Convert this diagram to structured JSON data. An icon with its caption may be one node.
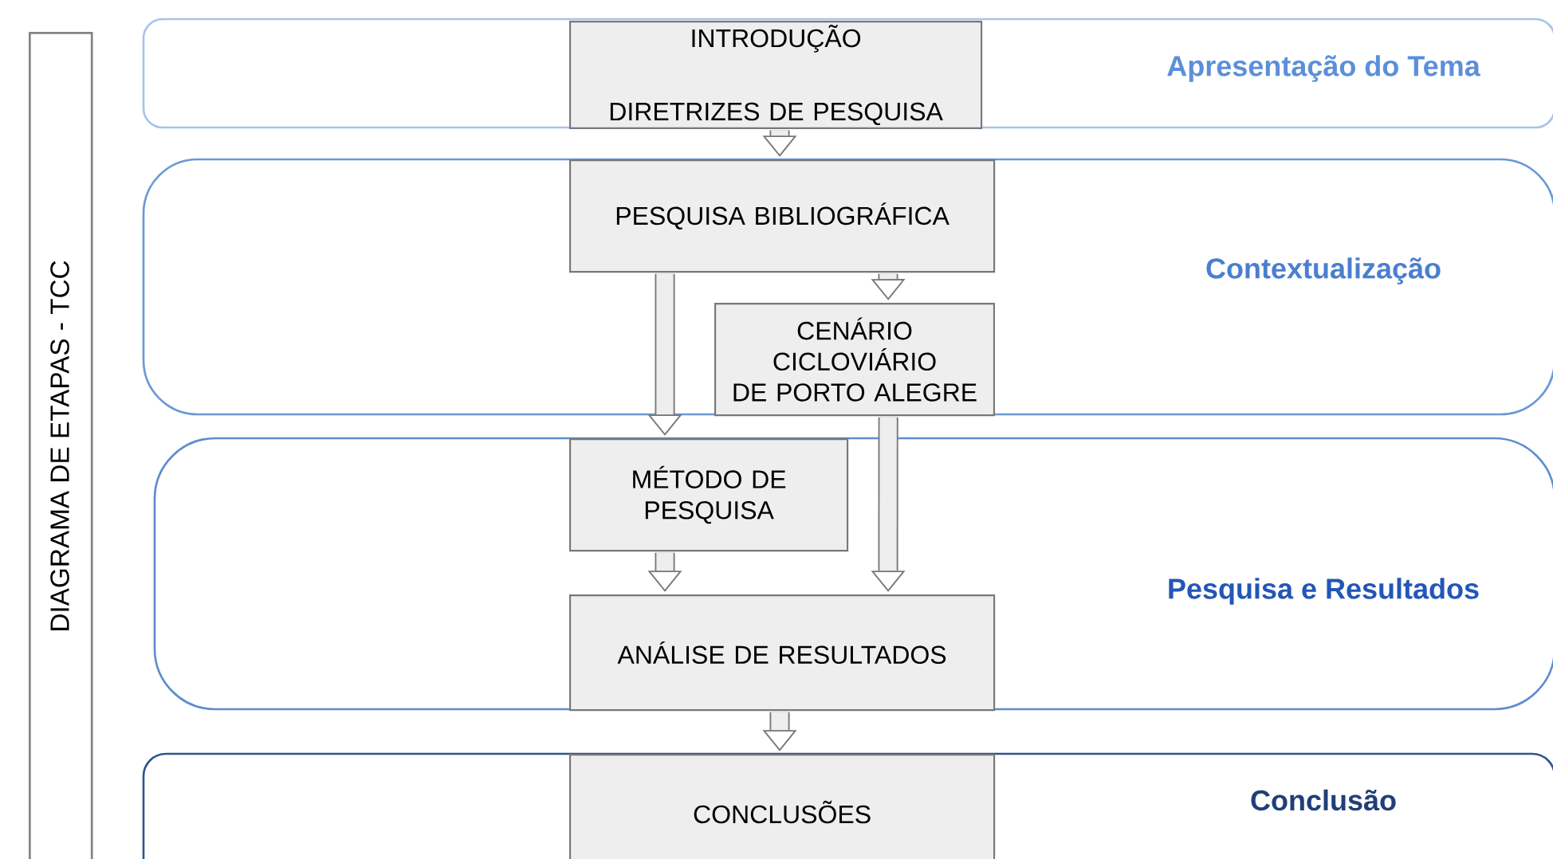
{
  "diagram": {
    "nodes": [
      {
        "text": [
          "DIAGRAMA DE ETAPAS - TCC"
        ]
      },
      {
        "text": [
          "Apresentação do Tema"
        ]
      },
      {
        "text": [
          "INTRODUÇÃO",
          "DIRETRIZES DE PESQUISA"
        ],
        "in": 1
      },
      {
        "text": [
          "Contextualização"
        ]
      },
      {
        "text": [
          "PESQUISA BIBLIOGRÁFICA"
        ],
        "in": 3
      },
      {
        "text": [
          "CENÁRIO CICLOVIÁRIO DE PORTO ALEGRE"
        ],
        "in": 3
      },
      {
        "text": [
          "Pesquisa e Resultados"
        ]
      },
      {
        "text": [
          "MÉTODO DE PESQUISA"
        ],
        "in": 6
      },
      {
        "text": [
          "ANÁLISE DE RESULTADOS"
        ],
        "in": 6
      },
      {
        "text": [
          "Conclusão"
        ]
      },
      {
        "text": [
          "CONCLUSÕES"
        ],
        "in": 9
      }
    ],
    "edges": [
      {
        "from": 2,
        "to": 4,
        "arrow": "to"
      },
      {
        "from": 4,
        "to": 7,
        "arrow": "to"
      },
      {
        "from": 4,
        "to": 5,
        "arrow": "to"
      },
      {
        "from": 5,
        "to": 8,
        "arrow": "to"
      },
      {
        "from": 7,
        "to": 8,
        "arrow": "to"
      },
      {
        "from": 8,
        "to": 10,
        "arrow": "to"
      }
    ]
  }
}
